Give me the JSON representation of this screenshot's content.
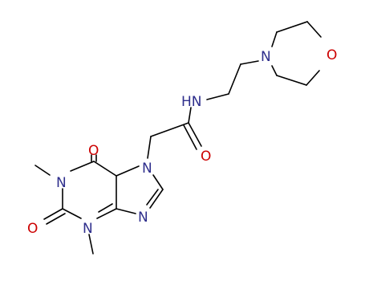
{
  "colors": {
    "bond": "#000000",
    "nitrogen": "#2e2e8c",
    "oxygen": "#cc0000"
  },
  "atoms": {
    "morpholine_O": "O",
    "morpholine_N": "N",
    "amide_NH": "HN",
    "amide_O": "O",
    "purine_N7": "N",
    "purine_N1": "N",
    "purine_N3": "N",
    "purine_N9": "N",
    "carbonyl_O6": "O",
    "carbonyl_O2": "O"
  }
}
